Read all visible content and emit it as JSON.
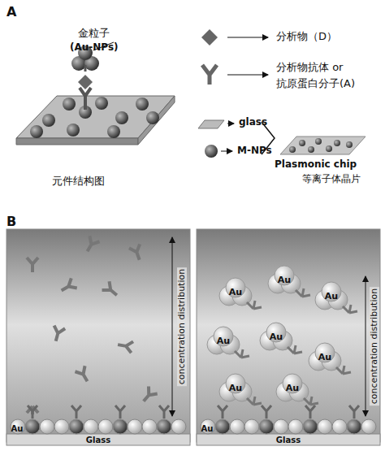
{
  "diagram": {
    "labels": [
      "A",
      "金粒子",
      "(Au-NPs)",
      "分析物（D）",
      "分析物抗体 or",
      "抗原蛋白分子(A)",
      "glass",
      "M-NPs",
      "Plasmonic chip",
      "等离子体晶片",
      "元件结构图",
      "B",
      "concentration distribution",
      "concentration distribution",
      "Au",
      "Glass",
      "Glass",
      "Au",
      "Au",
      "Au",
      "Au",
      "Au",
      "Au",
      "Au",
      "Au",
      "Au"
    ]
  }
}
